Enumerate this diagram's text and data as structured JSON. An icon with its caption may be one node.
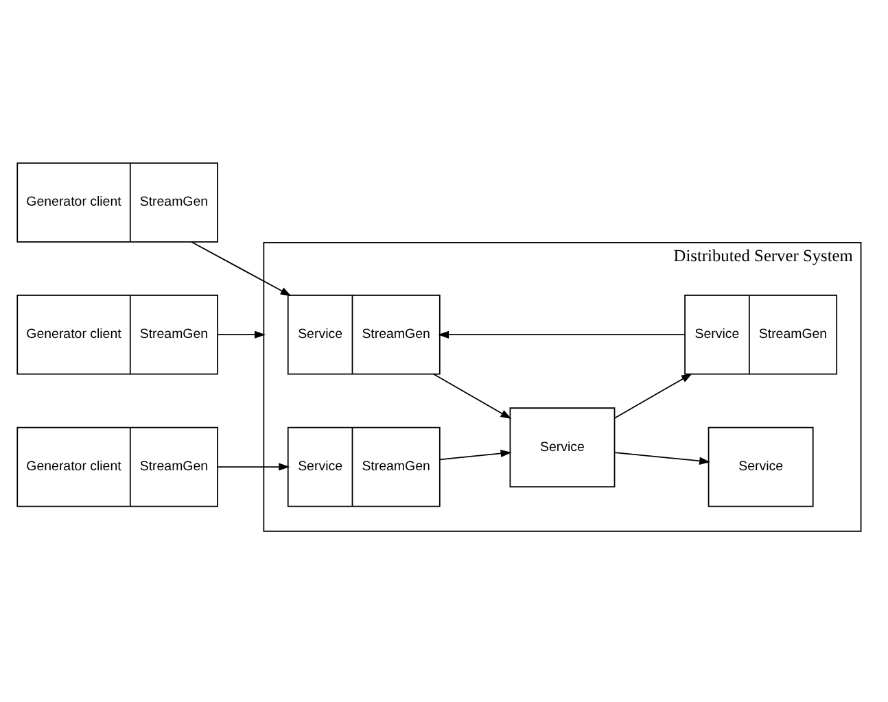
{
  "diagram": {
    "nodes": [
      {
        "text": [
          "Distributed Server System"
        ]
      },
      {
        "text": [
          "Generator client",
          "StreamGen"
        ]
      },
      {
        "text": [
          "Service",
          "StreamGen"
        ],
        "in": 0
      },
      {
        "text": [
          "Service"
        ],
        "in": 0
      },
      {
        "text": [
          "Service",
          "StreamGen"
        ],
        "in": 0
      },
      {
        "text": [
          "Generator client",
          "StreamGen"
        ]
      },
      {
        "text": [
          "Service",
          "StreamGen"
        ],
        "in": 0
      },
      {
        "text": [
          "Service"
        ],
        "in": 0
      },
      {
        "text": [
          "Generator client",
          "StreamGen"
        ]
      }
    ],
    "edges": [
      {
        "from": 1,
        "to": 2,
        "arrow": "to"
      },
      {
        "from": 2,
        "to": 3,
        "arrow": "to"
      },
      {
        "from": 3,
        "to": 4,
        "arrow": "to"
      },
      {
        "from": 4,
        "to": 2,
        "arrow": "to"
      },
      {
        "from": 5,
        "to": 6,
        "arrow": "to"
      },
      {
        "from": 6,
        "to": 3,
        "arrow": "to"
      },
      {
        "from": 3,
        "to": 7,
        "arrow": "to"
      },
      {
        "from": 8,
        "to": 0,
        "arrow": "to"
      }
    ]
  }
}
